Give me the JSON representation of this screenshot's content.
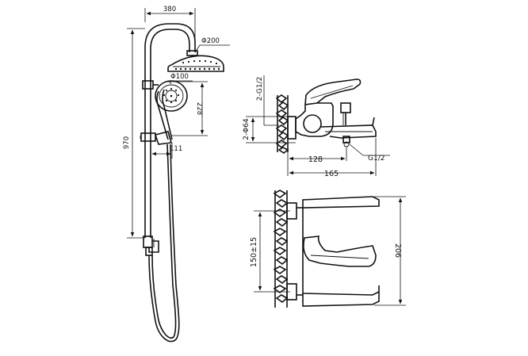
{
  "left_drawing": {
    "dim_arm_width": "380",
    "dim_head_diameter": "Φ200",
    "dim_hand_diameter": "Φ100",
    "dim_holder_offset": "228",
    "dim_total_height": "970",
    "dim_hand_depth": "111"
  },
  "right_drawing": {
    "dim_outlet_thread": "2-G1/2",
    "dim_escutcheon": "2-Φ64",
    "dim_spout_thread": "G1/2",
    "dim_center_length": "128",
    "dim_total_length": "165",
    "dim_center_distance": "150±15",
    "dim_total_height": "206"
  }
}
